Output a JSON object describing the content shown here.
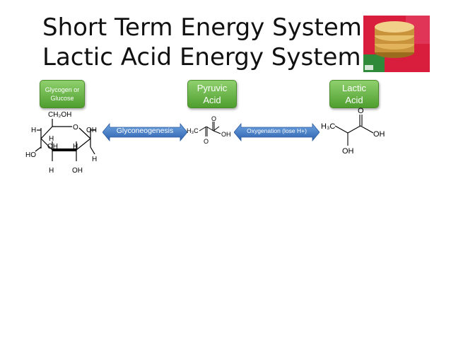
{
  "title": {
    "line1": "Short Term Energy System",
    "line2": "Lactic Acid Energy System"
  },
  "boxes": {
    "glycogen": "Glycogen or Glucose",
    "pyruvic": "Pyruvic Acid",
    "lactic": "Lactic Acid"
  },
  "arrows": {
    "left": "Glyconeogenesis",
    "right": "Oxygenation (lose H+)"
  },
  "glucose": {
    "ch2oh": "CH₂OH",
    "o": "O",
    "h_left": "H",
    "oh_right": "OH",
    "h_inner": "H",
    "oh_inner": "OH",
    "h_mid": "H",
    "ho": "HO",
    "h_right_low": "H",
    "h_bottom": "H",
    "oh_bottom": "OH"
  },
  "pyruvic_struct": {
    "h3c": "H₃C",
    "o_top": "O",
    "oh": "OH",
    "o_bottom": "O"
  },
  "lactic_struct": {
    "h3c": "H₃C",
    "o_top": "O",
    "oh_right": "OH",
    "oh_bottom": "OH"
  },
  "colors": {
    "box_green": "#5aab36",
    "arrow_blue": "#3a78c4"
  },
  "icons": [
    "coin-stack-thumbnail"
  ]
}
